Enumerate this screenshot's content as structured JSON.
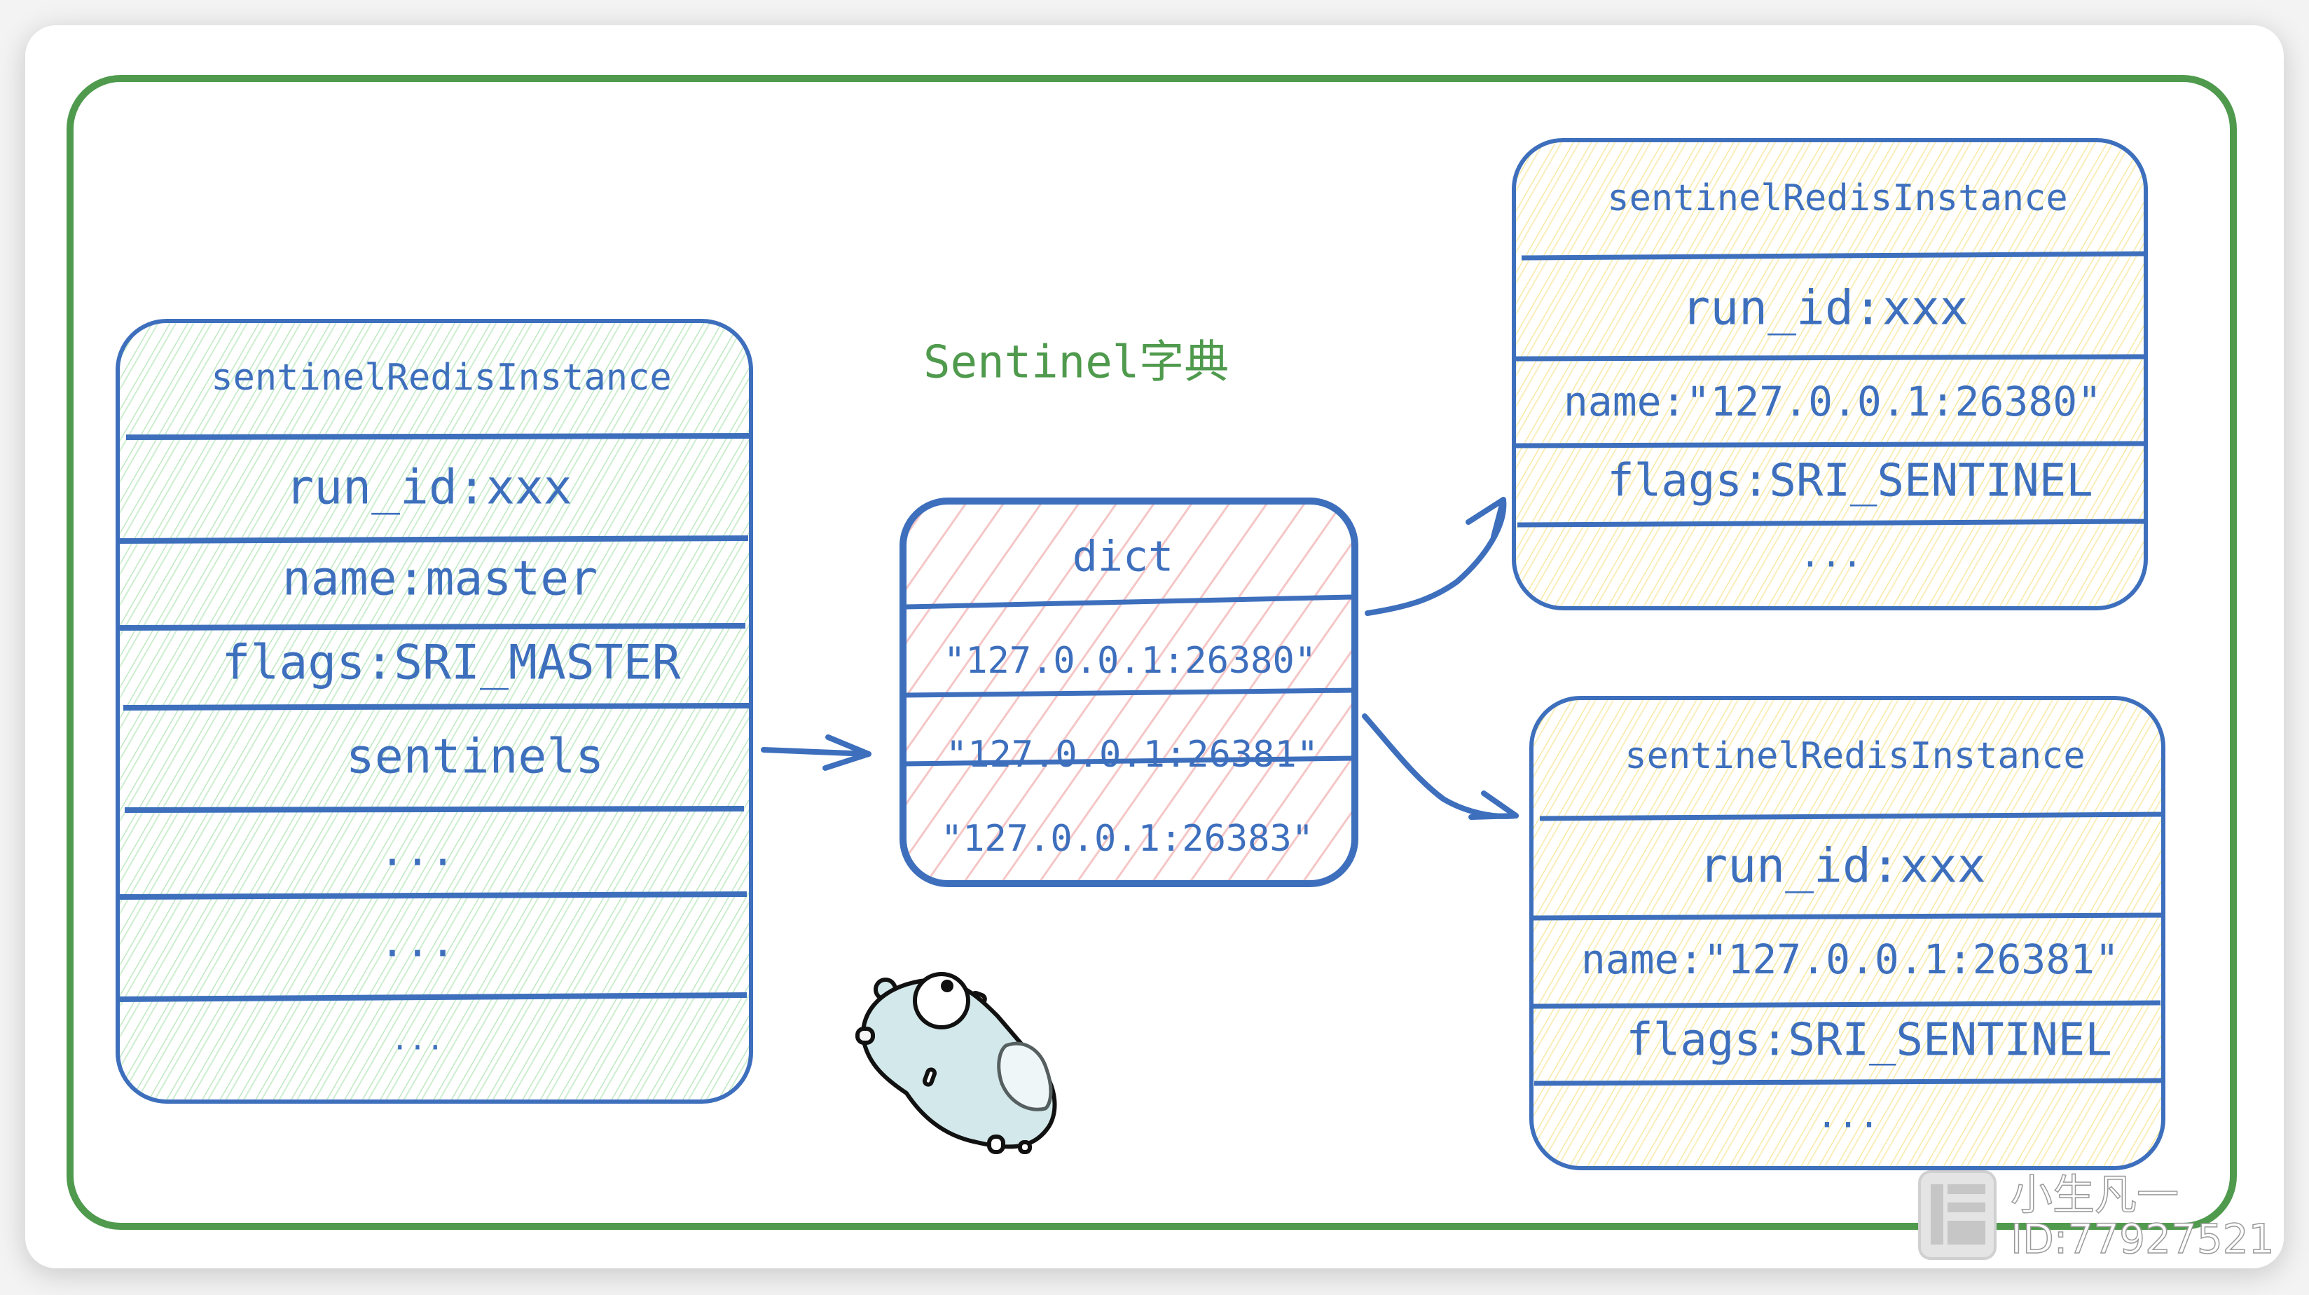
{
  "diagram": {
    "title": "Sentinel字典",
    "colors": {
      "frame": "#4f9a4d",
      "box_stroke": "#3d6fbd",
      "text": "#3d6fbd",
      "master_hatch": "#bfe8c2",
      "dict_hatch": "#f5c6c6",
      "sentinel_hatch": "#f7e9a3",
      "gopher_body": "#d3e8ea"
    },
    "master_instance": {
      "header": "sentinelRedisInstance",
      "rows": [
        "run_id:xxx",
        "name:master",
        "flags:SRI_MASTER",
        "sentinels",
        "...",
        "...",
        "..."
      ]
    },
    "dict": {
      "header": "dict",
      "entries": [
        "\"127.0.0.1:26380\"",
        "\"127.0.0.1:26381\"",
        "\"127.0.0.1:26383\""
      ]
    },
    "sentinel_instances": [
      {
        "header": "sentinelRedisInstance",
        "rows": [
          "run_id:xxx",
          "name:\"127.0.0.1:26380\"",
          "flags:SRI_SENTINEL",
          "..."
        ]
      },
      {
        "header": "sentinelRedisInstance",
        "rows": [
          "run_id:xxx",
          "name:\"127.0.0.1:26381\"",
          "flags:SRI_SENTINEL",
          "..."
        ]
      }
    ],
    "arrows": [
      {
        "from": "master_instance.sentinels",
        "to": "dict"
      },
      {
        "from": "dict.entries.0",
        "to": "sentinel_instances.0"
      },
      {
        "from": "dict.entries.1",
        "to": "sentinel_instances.1"
      }
    ],
    "mascot": "go-gopher"
  },
  "watermark": {
    "name": "小生凡一",
    "id": "ID:77927521"
  }
}
